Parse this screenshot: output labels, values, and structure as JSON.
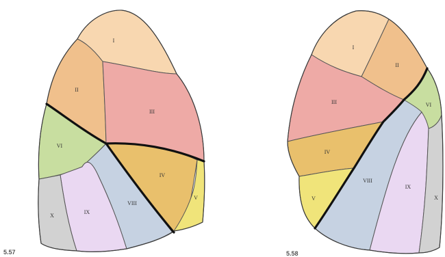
{
  "figures": [
    {
      "number": "5.57",
      "segments": {
        "I": "I",
        "II": "II",
        "III": "III",
        "IV": "IV",
        "V": "V",
        "VI": "VI",
        "VIII": "VIII",
        "IX": "IX",
        "X": "X"
      }
    },
    {
      "number": "5.58",
      "segments": {
        "I": "I",
        "II": "II",
        "III": "III",
        "IV": "IV",
        "V": "V",
        "VI": "VI",
        "VIII": "VIII",
        "IX": "IX",
        "X": "X"
      }
    }
  ],
  "segment_colors": {
    "I": "#f8d7b0",
    "II": "#f0c08c",
    "III": "#eeaaa6",
    "IV": "#e9c06c",
    "V": "#f0e47a",
    "VI": "#c8dea0",
    "VIII": "#c6d2e2",
    "IX": "#ead8f2",
    "X": "#d2d2d2"
  }
}
